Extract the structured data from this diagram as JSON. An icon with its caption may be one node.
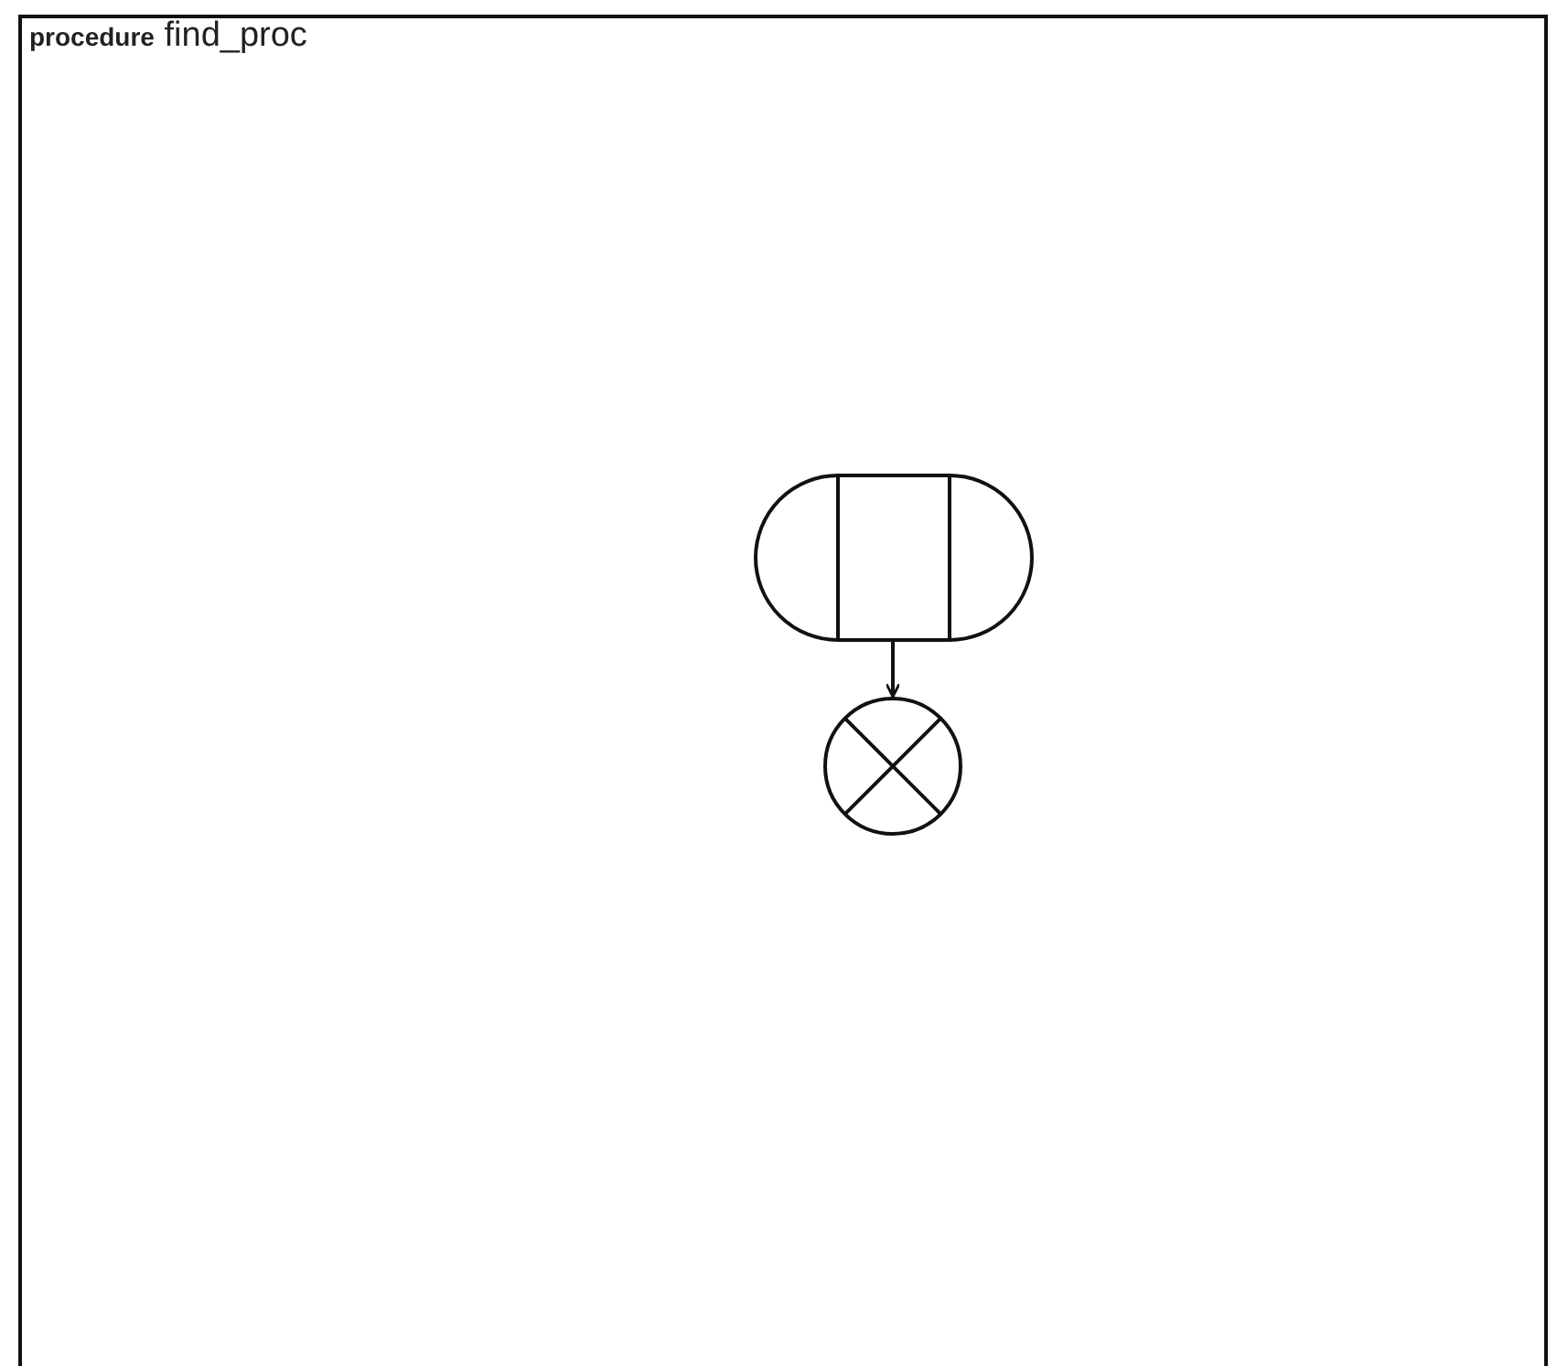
{
  "diagram": {
    "title": "**procedure** find_proc",
    "nodes": [
      {
        "text": [],
        "shape": "stadium"
      },
      {
        "text": [],
        "shape": "circle"
      }
    ],
    "edges": [
      {
        "from": 0,
        "to": 1,
        "arrow": "to"
      }
    ]
  }
}
